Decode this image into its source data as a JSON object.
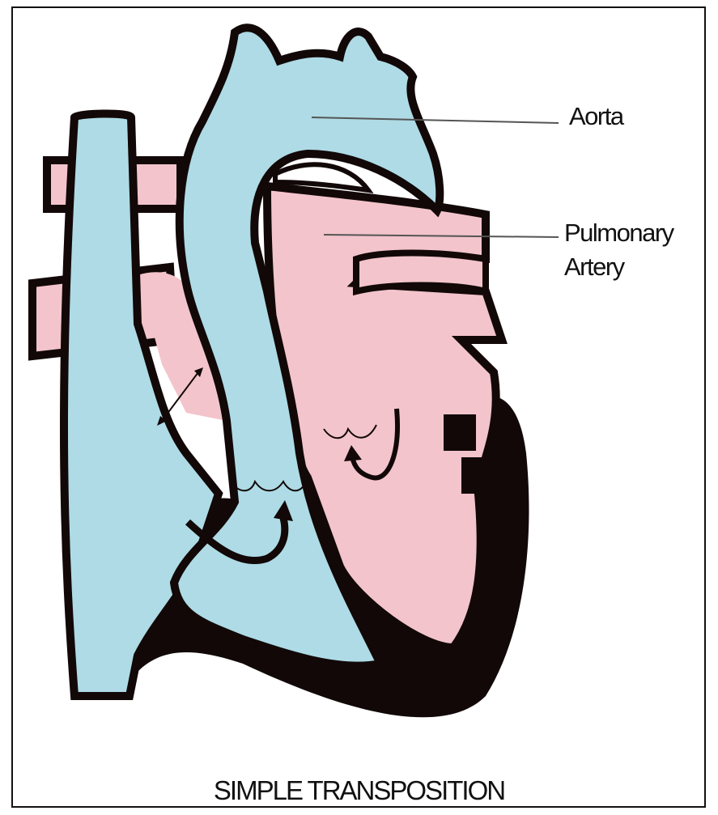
{
  "labels": {
    "aorta": "Aorta",
    "pulmonary_line1": "Pulmonary",
    "pulmonary_line2": "Artery"
  },
  "caption": "SIMPLE TRANSPOSITION",
  "colors": {
    "blue": "#aedbe5",
    "pink": "#f3c4cb",
    "dark": "#120808"
  }
}
